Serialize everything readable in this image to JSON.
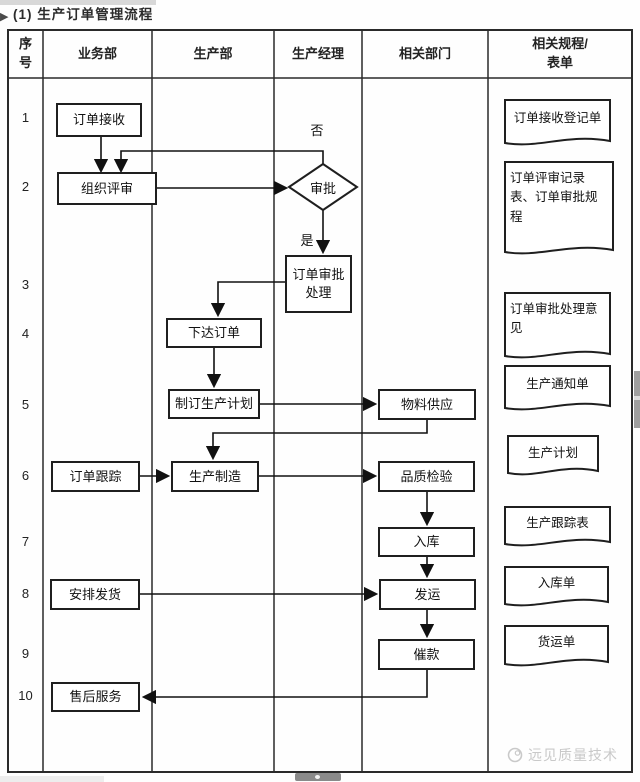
{
  "title": {
    "marker": "▶",
    "text": "(1) 生产订单管理流程"
  },
  "table": {
    "headers": {
      "no": "序\n号",
      "business": "业务部",
      "production": "生产部",
      "manager": "生产经理",
      "related": "相关部门",
      "docs": "相关规程/\n表单"
    },
    "row_numbers": [
      "1",
      "2",
      "3",
      "4",
      "5",
      "6",
      "7",
      "8",
      "9",
      "10"
    ]
  },
  "flow": {
    "order_receive": "订单接收",
    "org_review": "组织评审",
    "approve": "审批",
    "no_label": "否",
    "yes_label": "是",
    "approve_process": "订单审批处理",
    "issue_order": "下达订单",
    "make_plan": "制订生产计划",
    "material_supply": "物料供应",
    "order_track": "订单跟踪",
    "manufacture": "生产制造",
    "quality_inspect": "品质检验",
    "stock_in": "入库",
    "dispatch": "发运",
    "press_payment": "催款",
    "arrange_delivery": "安排发货",
    "after_sales": "售后服务"
  },
  "documents": {
    "d1": "订单接收登记单",
    "d2": "订单评审记录表、订单审批规程",
    "d3": "订单审批处理意见",
    "d4": "生产通知单",
    "d5": "生产计划",
    "d6": "生产跟踪表",
    "d7": "入库单",
    "d8": "货运单"
  },
  "watermark": {
    "text": "远见质量技术"
  },
  "colors": {
    "border": "#2a2a2a",
    "watermark": "#c9c9c9",
    "scrollbar": "#9f9f9f"
  }
}
